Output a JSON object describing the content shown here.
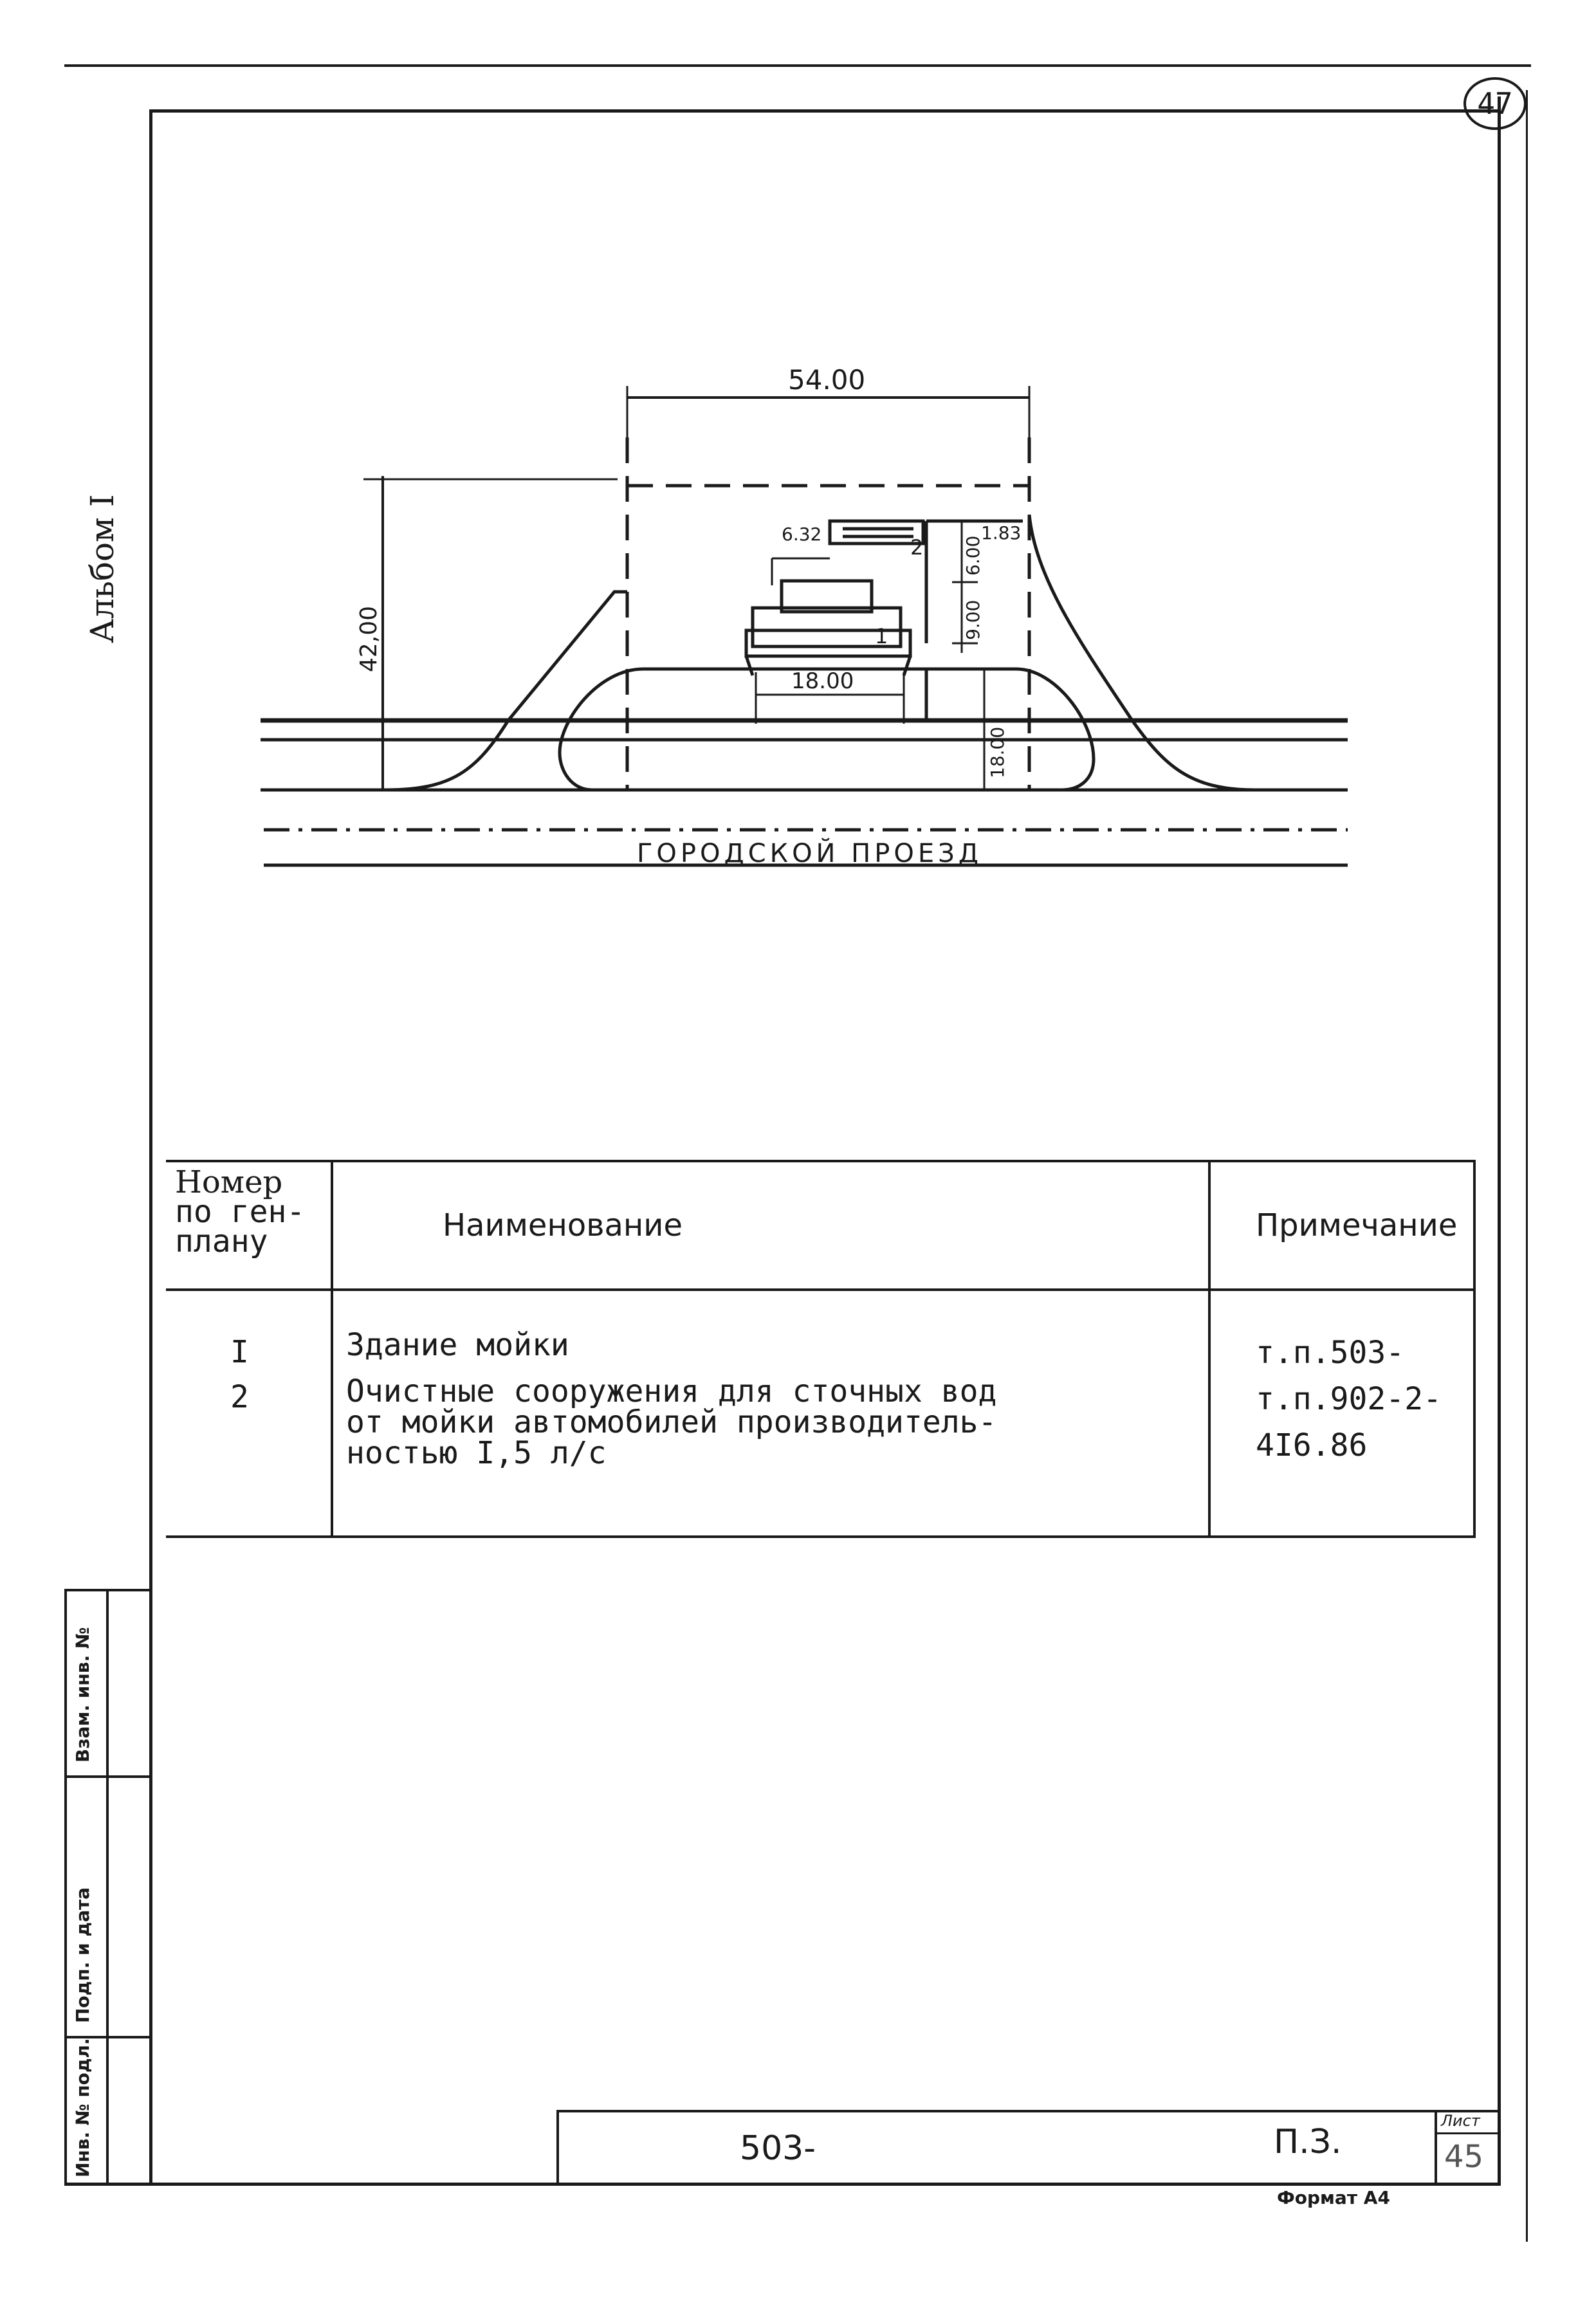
{
  "sheet_number": "47",
  "album": "Альбом I",
  "plan": {
    "dimensions": {
      "width_total": "54.00",
      "height_total": "42,00",
      "building_width": "18.00",
      "offset_632": "6.32",
      "offset_183": "1.83",
      "dim_600": "6.00",
      "dim_900": "9.00",
      "dim_1800": "18.00"
    },
    "labels": {
      "building": "1",
      "treatment": "2"
    },
    "road_label": "ГОРОДСКОЙ  ПРОЕЗД"
  },
  "table": {
    "headers": {
      "number": [
        "Номер",
        "по ген-",
        "плану"
      ],
      "name": "Наименование",
      "note": "Примечание"
    },
    "rows": [
      {
        "number": "I",
        "name": [
          "Здание мойки"
        ],
        "note": "т.п.503-"
      },
      {
        "number": "2",
        "name": [
          "Очистные сооружения для сточных вод",
          "от мойки автомобилей производитель-",
          "ностью I,5 л/с"
        ],
        "note": "т.п.902-2-4I6.86"
      }
    ]
  },
  "side_stamp": {
    "inv_vzam": "Взам. инв. №",
    "podp_data": "Подп. и дата",
    "inv_podl": "Инв. № подл."
  },
  "title_block": {
    "doc_code": "503-",
    "section": "П.З.",
    "sheet_label": "Лист",
    "sheet_value": "45",
    "format": "Формат А4"
  }
}
